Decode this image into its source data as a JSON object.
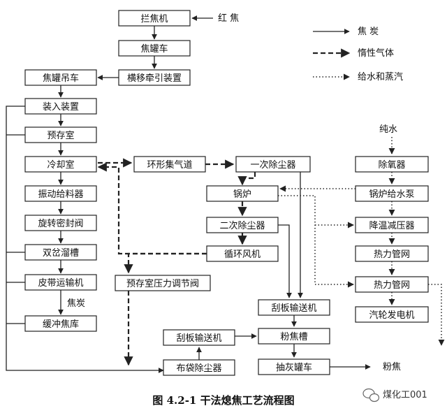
{
  "legend": {
    "coke": "焦  炭",
    "inert_gas": "惰性气体",
    "water_steam": "给水和蒸汽"
  },
  "inputs": {
    "red_coke": "红  焦",
    "pure_water": "纯水",
    "coke_label": "焦炭",
    "coke_powder": "粉焦"
  },
  "boxes": {
    "lanjiaoji": "拦焦机",
    "jiaoguanche": "焦罐车",
    "hengyi": "横移牵引装置",
    "jiaoguandiaoche": "焦罐吊车",
    "zhuangru": "装入装置",
    "yucunshi": "预存室",
    "lengqueshi": "冷却室",
    "zhendong": "振动给料器",
    "xuanzhuan": "旋转密封阀",
    "shuangcha": "双岔溜槽",
    "pidai": "皮带运输机",
    "huanchong": "缓冲焦库",
    "huanxing": "环形集气道",
    "yicichuchen": "一次除尘器",
    "guolu": "锅炉",
    "ercichuchen": "二次除尘器",
    "xunhuanfengji": "循环风机",
    "yucunfa": "预存室压力调节阀",
    "guabanA": "刮板输送机",
    "fenjiaocao": "粉焦槽",
    "chouhui": "抽灰罐车",
    "guabanB": "刮板输送机",
    "budai": "布袋除尘器",
    "chuyangqi": "除氧器",
    "geishuibeng": "锅炉给水泵",
    "jiangwen": "降温减压器",
    "religuanwang1": "热力管网",
    "religuanwang2": "热力管网",
    "qilun": "汽轮发电机"
  },
  "caption": "图 4.2-1    干法熄焦工艺流程图",
  "watermark": "煤化工001"
}
